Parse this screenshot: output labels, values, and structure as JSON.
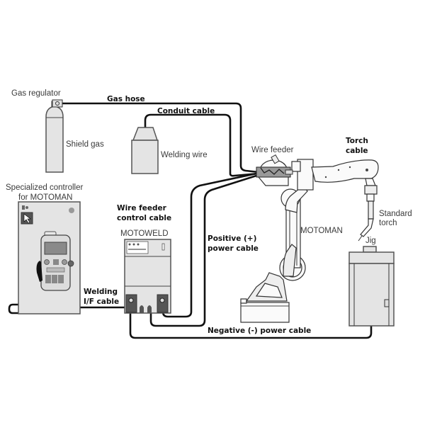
{
  "diagram": {
    "components": {
      "gas_regulator": "Gas regulator",
      "shield_gas": "Shield gas",
      "welding_wire": "Welding wire",
      "wire_feeder": "Wire feeder",
      "controller_line1": "Specialized controller",
      "controller_line2": "for MOTOMAN",
      "motoweld": "MOTOWELD",
      "motoman": "MOTOMAN",
      "standard_torch_line1": "Standard",
      "standard_torch_line2": "torch",
      "jig": "Jig"
    },
    "cables": {
      "gas_hose": "Gas hose",
      "conduit_cable": "Conduit cable",
      "torch_cable_line1": "Torch",
      "torch_cable_line2": "cable",
      "wire_feeder_control_line1": "Wire feeder",
      "wire_feeder_control_line2": "control cable",
      "positive_power_line1": "Positive (+)",
      "positive_power_line2": "power cable",
      "welding_if_line1": "Welding",
      "welding_if_line2": "I/F cable",
      "negative_power": "Negative (-) power cable"
    }
  }
}
